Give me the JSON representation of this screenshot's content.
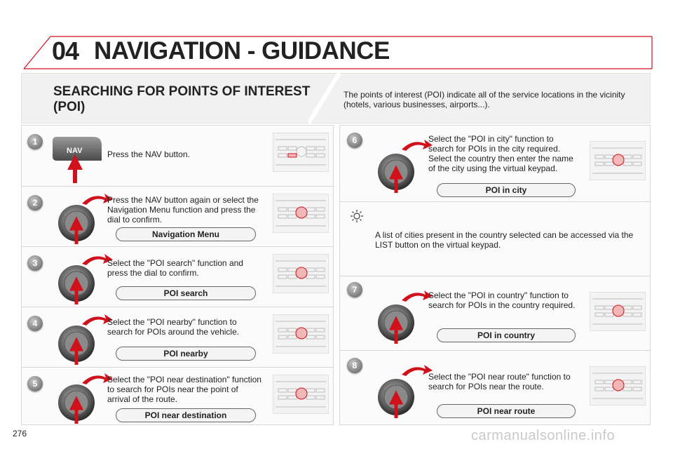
{
  "header": {
    "chapter_number": "04",
    "chapter_title": "NAVIGATION - GUIDANCE"
  },
  "section": {
    "title": "SEARCHING FOR POINTS OF INTEREST (POI)",
    "intro": "The points of interest (POI) indicate all of the service locations in the vicinity (hotels, various businesses, airports...)."
  },
  "left_steps": [
    {
      "number": "1",
      "text": "Press the NAV button.",
      "button_label": "NAV",
      "menu_label": ""
    },
    {
      "number": "2",
      "text": "Press the NAV button again or select the Navigation Menu function and press the dial to confirm.",
      "menu_label": "Navigation Menu"
    },
    {
      "number": "3",
      "text": "Select the \"POI search\" function and press the dial to confirm.",
      "menu_label": "POI search"
    },
    {
      "number": "4",
      "text": "Select the \"POI nearby\" function to search for POIs around the vehicle.",
      "menu_label": "POI nearby"
    },
    {
      "number": "5",
      "text": "Select the \"POI near destination\" function to search for POIs near the point of arrival of the route.",
      "menu_label": "POI near destination"
    }
  ],
  "right_steps": [
    {
      "number": "6",
      "text": "Select the \"POI in city\" function to search for POIs in the city required. Select the country then enter the name of the city using the virtual keypad.",
      "menu_label": "POI in city"
    },
    {
      "tip": "A list of cities present in the country selected can be accessed via the LIST button on the virtual keypad."
    },
    {
      "number": "7",
      "text": "Select the \"POI in country\" function to search for POIs in the country required.",
      "menu_label": "POI in country"
    },
    {
      "number": "8",
      "text": "Select the \"POI near route\" function to search for POIs near the route.",
      "menu_label": "POI near route"
    }
  ],
  "footer": {
    "page_number": "276",
    "watermark": "carmanualsonline.info"
  },
  "colors": {
    "accent_red": "#d0101a",
    "header_border": "#d0101a",
    "badge_grey": "#7a7a7a"
  }
}
